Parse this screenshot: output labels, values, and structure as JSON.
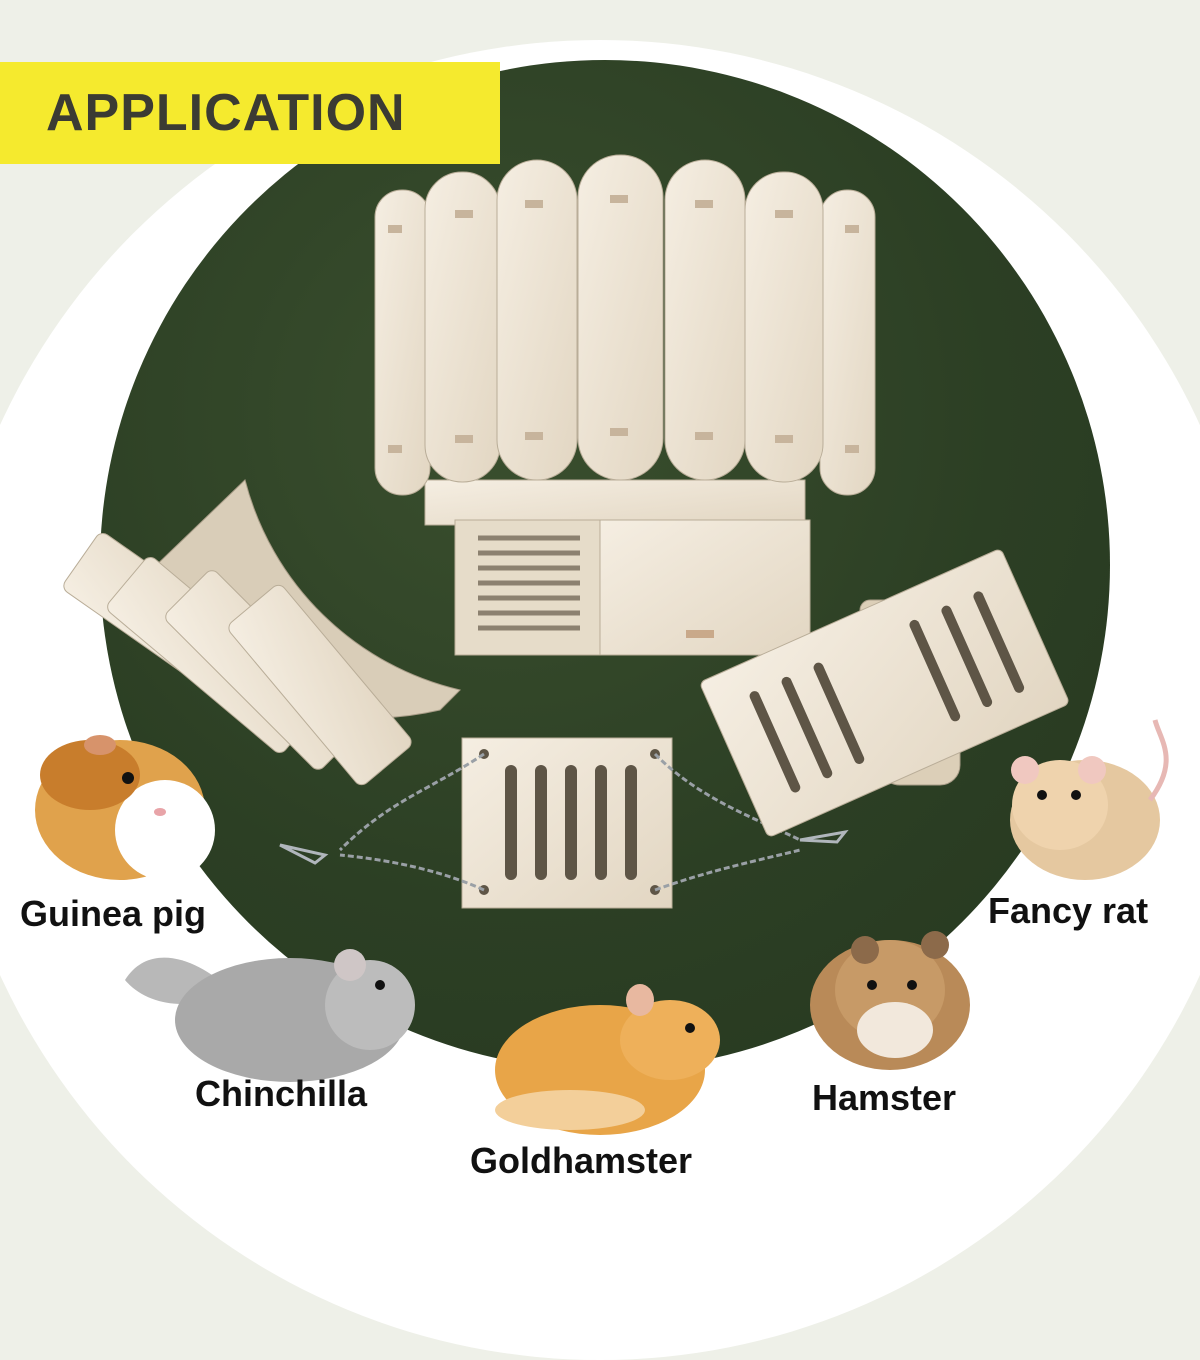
{
  "banner": {
    "title": "APPLICATION"
  },
  "colors": {
    "banner": "#f5ea2e",
    "disc": "#2c3f24",
    "wood": "#efe6d6",
    "wood_edge": "#b9ad98"
  },
  "products": [
    {
      "name": "wooden-house"
    },
    {
      "name": "rainbow-bridge"
    },
    {
      "name": "hanging-swing"
    },
    {
      "name": "seesaw"
    }
  ],
  "animals": [
    {
      "label": "Guinea pig"
    },
    {
      "label": "Chinchilla"
    },
    {
      "label": "Goldhamster"
    },
    {
      "label": "Hamster"
    },
    {
      "label": "Fancy rat"
    }
  ]
}
